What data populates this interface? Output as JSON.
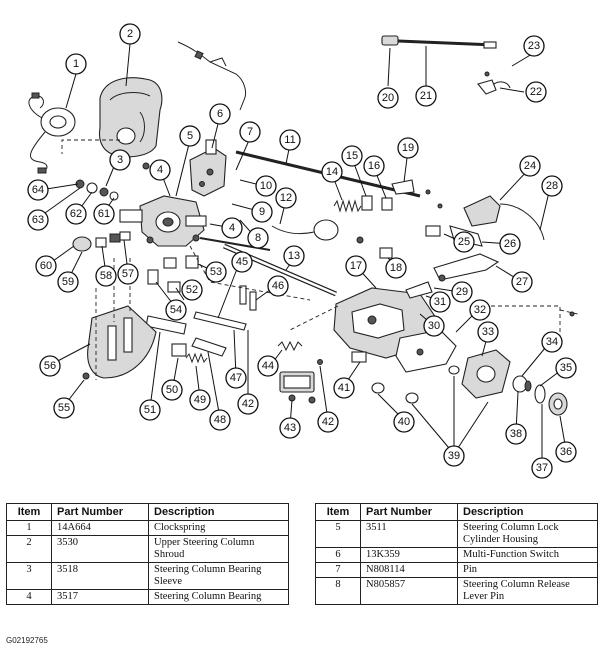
{
  "diagram": {
    "callouts": [
      "1",
      "2",
      "3",
      "4",
      "4",
      "5",
      "6",
      "7",
      "8",
      "9",
      "10",
      "11",
      "12",
      "13",
      "14",
      "15",
      "16",
      "17",
      "18",
      "19",
      "20",
      "21",
      "22",
      "23",
      "24",
      "25",
      "26",
      "27",
      "28",
      "29",
      "30",
      "31",
      "32",
      "33",
      "34",
      "35",
      "36",
      "37",
      "38",
      "39",
      "40",
      "41",
      "42",
      "42",
      "43",
      "44",
      "45",
      "46",
      "47",
      "48",
      "49",
      "50",
      "51",
      "52",
      "53",
      "54",
      "55",
      "56",
      "57",
      "58",
      "59",
      "60",
      "61",
      "62",
      "63",
      "64"
    ]
  },
  "parts_table": {
    "headers": [
      "Item",
      "Part Number",
      "Description"
    ],
    "left_rows": [
      {
        "item": "1",
        "part_number": "14A664",
        "description": "Clockspring"
      },
      {
        "item": "2",
        "part_number": "3530",
        "description": "Upper Steering Column Shroud"
      },
      {
        "item": "3",
        "part_number": "3518",
        "description": "Steering Column Bearing Sleeve"
      },
      {
        "item": "4",
        "part_number": "3517",
        "description": "Steering Column Bearing"
      }
    ],
    "right_rows": [
      {
        "item": "5",
        "part_number": "3511",
        "description": "Steering Column Lock Cylinder Housing"
      },
      {
        "item": "6",
        "part_number": "13K359",
        "description": "Multi-Function Switch"
      },
      {
        "item": "7",
        "part_number": "N808114",
        "description": "Pin"
      },
      {
        "item": "8",
        "part_number": "N805857",
        "description": "Steering Column Release Lever Pin"
      }
    ]
  },
  "figure_id": "G02192765"
}
